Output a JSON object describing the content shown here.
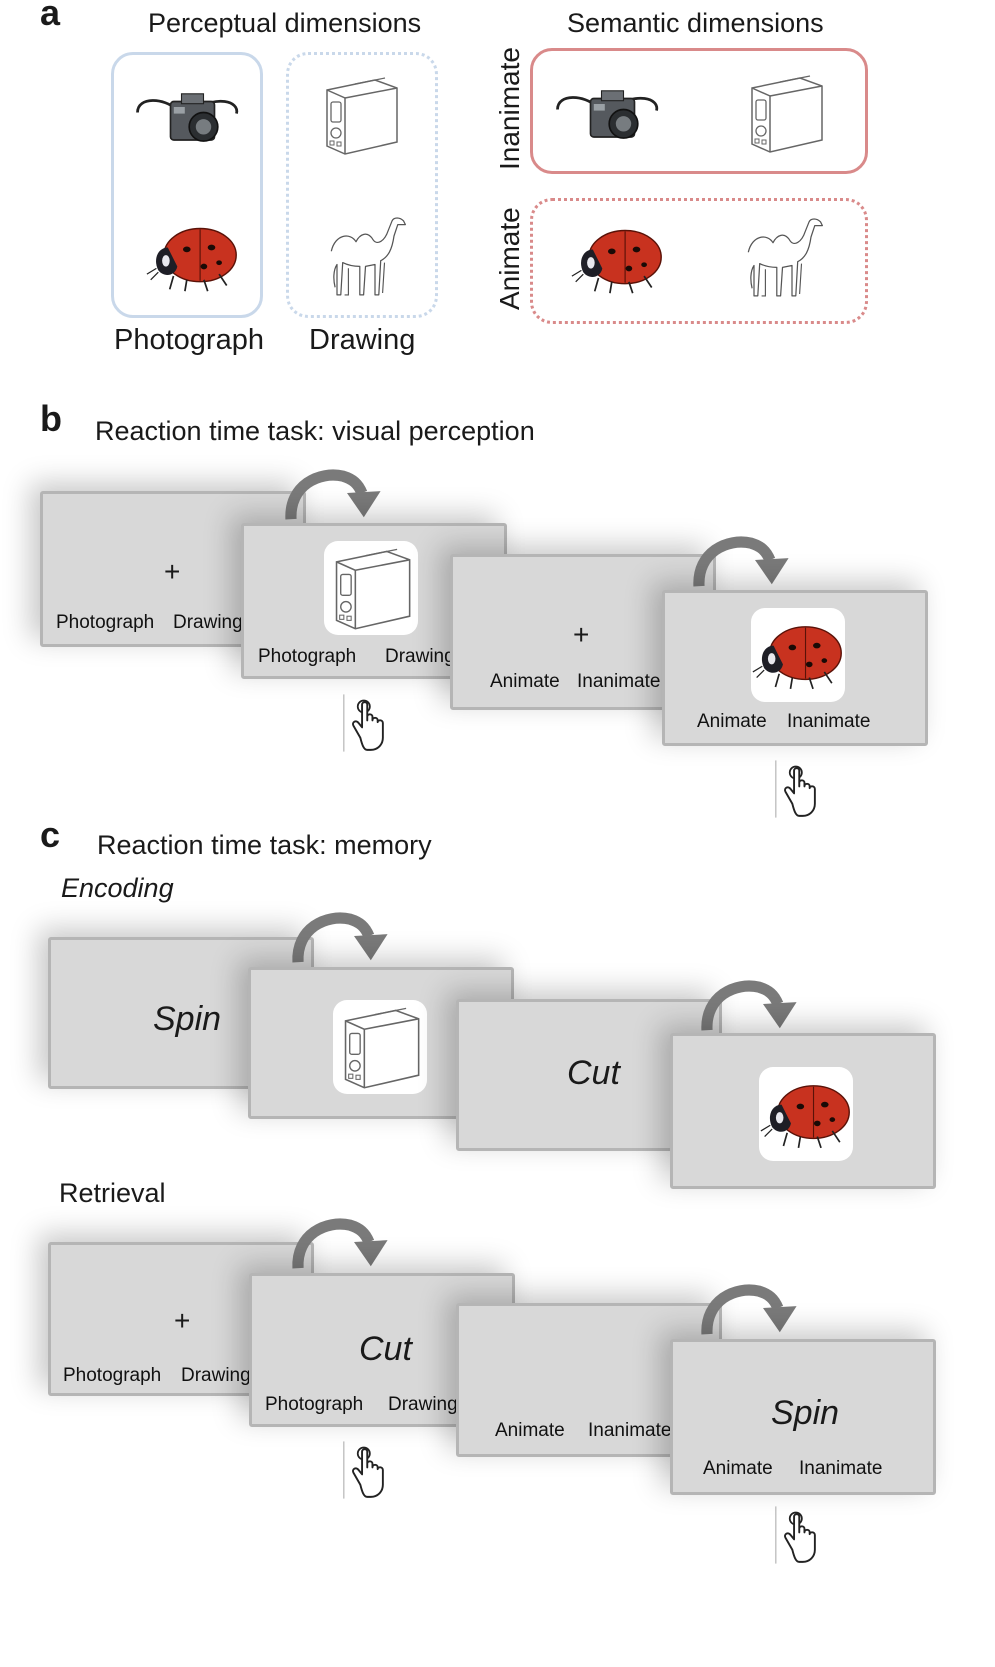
{
  "panel_a": {
    "label": "a",
    "perceptual_title": "Perceptual dimensions",
    "semantic_title": "Semantic dimensions",
    "photograph_label": "Photograph",
    "drawing_label": "Drawing",
    "inanimate_label": "Inanimate",
    "animate_label": "Animate",
    "colors": {
      "photo_box": "#c9d8ea",
      "semantic_box": "#d98a8a"
    }
  },
  "panel_b": {
    "label": "b",
    "title": "Reaction time task: visual perception",
    "screens": [
      {
        "fixation": "+",
        "left": "Photograph",
        "right": "Drawing"
      },
      {
        "image": "toaster-drawing",
        "left": "Photograph",
        "right": "Drawing"
      },
      {
        "fixation": "+",
        "left": "Animate",
        "right": "Inanimate"
      },
      {
        "image": "ladybug-photo",
        "left": "Animate",
        "right": "Inanimate"
      }
    ]
  },
  "panel_c": {
    "label": "c",
    "title": "Reaction time task: memory",
    "encoding_label": "Encoding",
    "retrieval_label": "Retrieval",
    "encoding_screens": [
      {
        "word": "Spin"
      },
      {
        "image": "toaster-drawing"
      },
      {
        "word": "Cut"
      },
      {
        "image": "ladybug-photo"
      }
    ],
    "retrieval_screens": [
      {
        "fixation": "+",
        "left": "Photograph",
        "right": "Drawing"
      },
      {
        "word": "Cut",
        "left": "Photograph",
        "right": "Drawing"
      },
      {
        "left": "Animate",
        "right": "Inanimate"
      },
      {
        "word": "Spin",
        "left": "Animate",
        "right": "Inanimate"
      }
    ]
  },
  "icons": [
    "camera-icon",
    "toaster-icon",
    "ladybug-icon",
    "camel-icon",
    "curved-arrow-icon",
    "hand-pointer-icon"
  ]
}
